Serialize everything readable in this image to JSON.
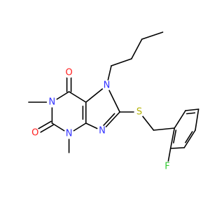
{
  "molecule": {
    "atoms": [
      {
        "id": "n1",
        "symbol": "N",
        "color": "#3333ff"
      },
      {
        "id": "n3",
        "symbol": "N",
        "color": "#3333ff"
      },
      {
        "id": "n7",
        "symbol": "N",
        "color": "#3333ff"
      },
      {
        "id": "n9",
        "symbol": "N",
        "color": "#3333ff"
      },
      {
        "id": "o6",
        "symbol": "O",
        "color": "#ff2020"
      },
      {
        "id": "o2",
        "symbol": "O",
        "color": "#ff2020"
      },
      {
        "id": "s",
        "symbol": "S",
        "color": "#b2b200"
      },
      {
        "id": "f",
        "symbol": "F",
        "color": "#33cc33"
      }
    ]
  }
}
